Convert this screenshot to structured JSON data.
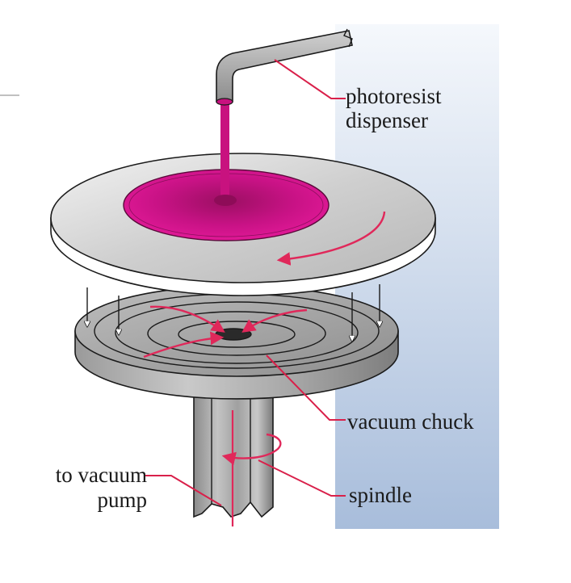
{
  "labels": {
    "dispenser_line1": "photoresist",
    "dispenser_line2": "dispenser",
    "chuck": "vacuum chuck",
    "pump_line1": "to vacuum",
    "pump_line2": "pump",
    "spindle": "spindle"
  },
  "colors": {
    "photoresist": "#d4148c",
    "leader": "#d9204a",
    "panel_top": "#f3f6fb",
    "panel_bottom": "#a9bedb",
    "metal_light": "#e2e2e2",
    "metal_dark": "#8a8a8a"
  }
}
